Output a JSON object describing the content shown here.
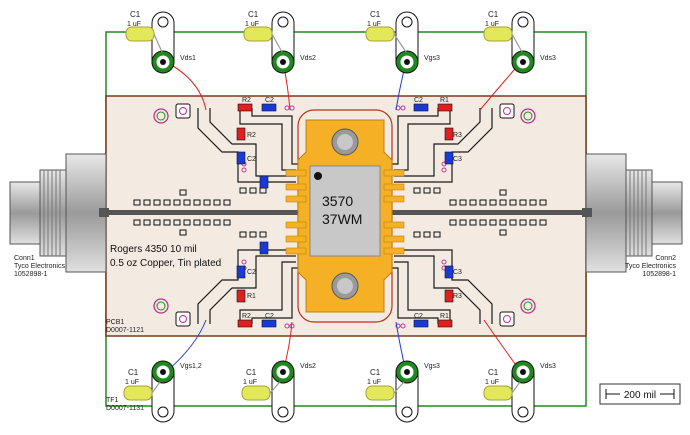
{
  "colors": {
    "board_outline": "#1e8a1e",
    "pcb_fill": "#f3ebe2",
    "pcb_outline": "#7a3a1a",
    "copper_trace": "#1a1a1a",
    "package_gold": "#f5b025",
    "die_gray": "#c8c8c8",
    "cap_yellow": "#e3e85a",
    "resistor_red": "#e02020",
    "cap_blue": "#1a3ad8",
    "wire_red": "#e02020",
    "wire_blue": "#1f3fd8"
  },
  "transistor": {
    "line1": "3570",
    "line2": "37WM"
  },
  "material": {
    "line1": "Rogers 4350 10 mil",
    "line2": "0.5 oz Copper, Tin plated"
  },
  "pcb": {
    "ref": "PCB1",
    "part": "D0007-1121"
  },
  "fixture": {
    "ref": "TF1",
    "part": "D0007-1131"
  },
  "conn_left": {
    "ref": "Conn1",
    "maker": "Tyco Electronics",
    "part": "1052898-1"
  },
  "conn_right": {
    "ref": "Conn2",
    "maker": "Tyco Electronics",
    "part": "1052898-1"
  },
  "scale": {
    "label": "200 mil"
  },
  "top_posts": [
    {
      "cap_ref": "C1",
      "cap_val": "1 uF",
      "net": "Vds1"
    },
    {
      "cap_ref": "C1",
      "cap_val": "1 uF",
      "net": "Vds2"
    },
    {
      "cap_ref": "C1",
      "cap_val": "1 uF",
      "net": "Vgs3"
    },
    {
      "cap_ref": "C1",
      "cap_val": "1 uF",
      "net": "Vds3"
    }
  ],
  "bottom_posts": [
    {
      "cap_ref": "C1",
      "cap_val": "1 uF",
      "net": "Vgs1,2"
    },
    {
      "cap_ref": "C1",
      "cap_val": "1 uF",
      "net": "Vds2"
    },
    {
      "cap_ref": "C1",
      "cap_val": "1 uF",
      "net": "Vgs3"
    },
    {
      "cap_ref": "C1",
      "cap_val": "1 uF",
      "net": "Vds3"
    }
  ],
  "refdes": {
    "r2": "R2",
    "c2": "C2",
    "r1": "R1",
    "r3": "R3",
    "c3": "C3"
  }
}
